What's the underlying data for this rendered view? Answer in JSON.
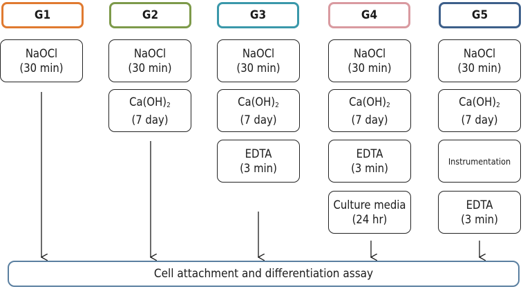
{
  "groups": [
    {
      "label": "G1",
      "color": "#e07a30"
    },
    {
      "label": "G2",
      "color": "#7d9a4a"
    },
    {
      "label": "G3",
      "color": "#3a98aa"
    },
    {
      "label": "G4",
      "color": "#d99aa0"
    },
    {
      "label": "G5",
      "color": "#3d5f8a"
    }
  ],
  "steps": {
    "naocl": {
      "line1": "NaOCl",
      "line2": "(30 min)"
    },
    "caoh2": {
      "line1_main": "Ca(OH)",
      "line1_sub": "2",
      "line2": "(7 day)"
    },
    "edta": {
      "line1": "EDTA",
      "line2": "(3 min)"
    },
    "culture": {
      "line1": "Culture media",
      "line2": "(24 hr)"
    },
    "instrumentation": {
      "line1": "Instrumentation"
    }
  },
  "footer": {
    "label": "Cell attachment and differentiation assay"
  }
}
